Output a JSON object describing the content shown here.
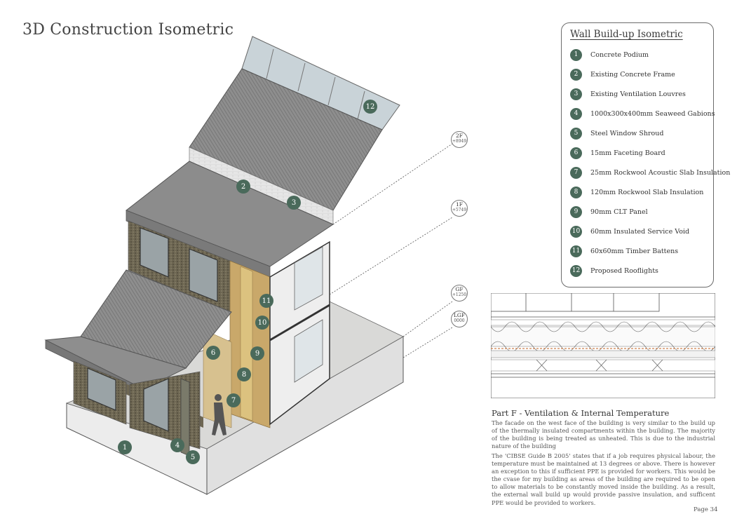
{
  "page": {
    "title": "3D Construction Isometric",
    "page_label": "Page 34"
  },
  "legend": {
    "title": "Wall Build-up Isometric",
    "items": [
      {
        "num": "1",
        "label": "Concrete Podium"
      },
      {
        "num": "2",
        "label": "Existing Concrete Frame"
      },
      {
        "num": "3",
        "label": "Existing Ventilation Louvres"
      },
      {
        "num": "4",
        "label": "1000x300x400mm Seaweed Gabions"
      },
      {
        "num": "5",
        "label": "Steel Window Shroud"
      },
      {
        "num": "6",
        "label": "15mm Faceting Board"
      },
      {
        "num": "7",
        "label": "25mm Rockwool Acoustic Slab Insulation"
      },
      {
        "num": "8",
        "label": "120mm Rockwool Slab Insulation"
      },
      {
        "num": "9",
        "label": "90mm CLT Panel"
      },
      {
        "num": "10",
        "label": "60mm Insulated Service Void"
      },
      {
        "num": "11",
        "label": "60x60mm Timber Battens"
      },
      {
        "num": "12",
        "label": "Proposed Rooflights"
      }
    ]
  },
  "levels": [
    {
      "level": "2F",
      "height": "+8949"
    },
    {
      "level": "1F",
      "height": "+5749"
    },
    {
      "level": "GF",
      "height": "+1250"
    },
    {
      "level": "LGF",
      "height": "0000"
    }
  ],
  "drawing_badges": [
    "12",
    "2",
    "3",
    "11",
    "10",
    "9",
    "6",
    "8",
    "7",
    "4",
    "1",
    "5"
  ],
  "section": {
    "heading": "Part F - Ventilation & Internal Temperature",
    "paragraphs": [
      "The facade on the west face of the building is very similar to the build up of the thermally insulated compartments within the building. The majority of the building is being treated as unheated. This is due to the industrial nature of the building",
      "The 'CIBSE Guide B 2005' states that if a job requires physical labour, the temperature must be maintained at 13 degrees or above. There is however an exception to this if sufficient PPE is provided for workers. This would be the cvase for my building as areas of the building are required to be open to allow materials to be constantly moved inside the building.  As a result, the external wall build up would provide passive insulation, and sufficent PPE would be provided to workers."
    ]
  },
  "colors": {
    "badge": "#4a6a5b",
    "roof": "#8a8a8a",
    "brick": "#6b6450",
    "timber": "#c9a86a",
    "insulation_accent": "#c06020"
  }
}
